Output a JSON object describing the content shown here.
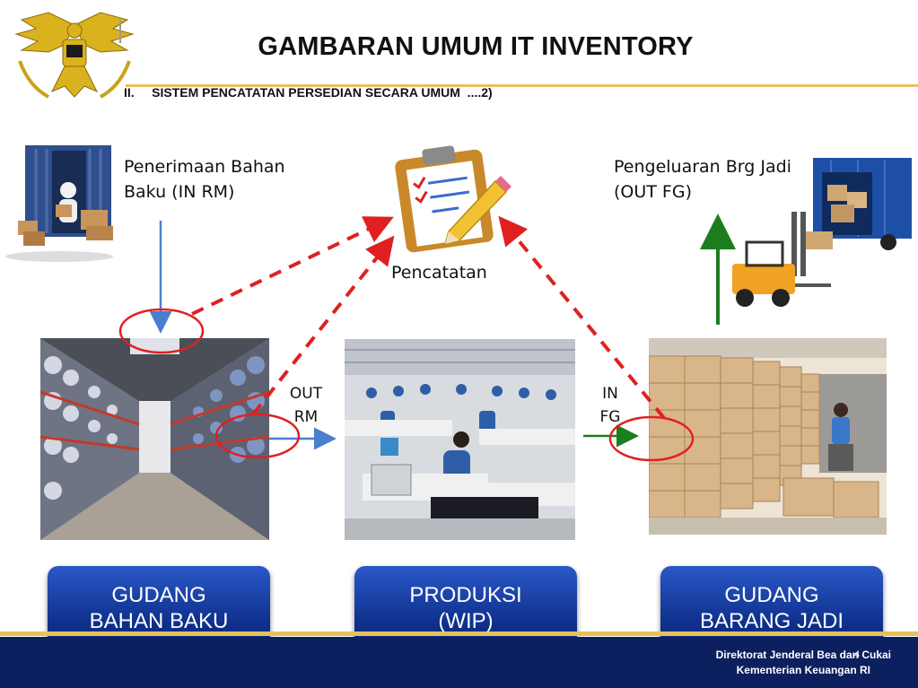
{
  "slide": {
    "title": "GAMBARAN UMUM IT INVENTORY",
    "subtitle": "II.     SISTEM PENCATATAN PERSEDIAN SECARA UMUM  ....2)"
  },
  "captions": {
    "in_rm_line1": "Penerimaan Bahan",
    "in_rm_line2": "Baku (IN RM)",
    "out_fg_line1": "Pengeluaran Brg Jadi",
    "out_fg_line2": "(OUT FG)",
    "pencatatan": "Pencatatan",
    "out_rm_line1": "OUT",
    "out_rm_line2": "RM",
    "in_fg_line1": "IN",
    "in_fg_line2": "FG"
  },
  "boxes": [
    {
      "line1": "GUDANG",
      "line2": "BAHAN BAKU"
    },
    {
      "line1": "PRODUKSI",
      "line2": "(WIP)"
    },
    {
      "line1": "GUDANG",
      "line2": "BARANG JADI"
    }
  ],
  "footer": {
    "line1": "Direktorat Jenderal  Bea dan Cukai",
    "line2": "Kementerian Keuangan RI",
    "page": "4"
  },
  "colors": {
    "arrow_blue": "#4a7fd0",
    "arrow_green": "#1d7d1d",
    "dashed_red": "#e02020",
    "button_blue": "#0e2f8a",
    "footer_navy": "#0c1f5e",
    "gold": "#e6c15a"
  }
}
